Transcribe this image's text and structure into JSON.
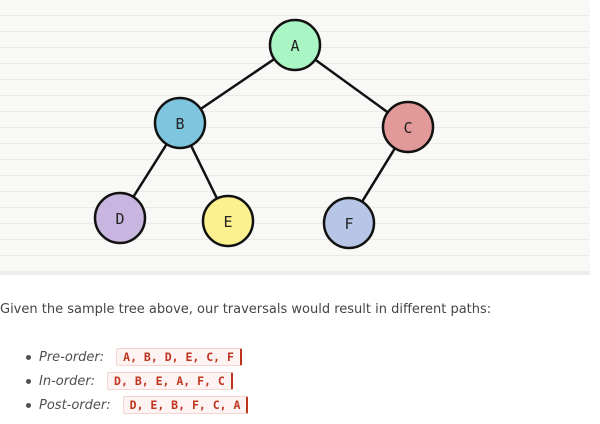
{
  "tree": {
    "nodes": [
      {
        "id": "A",
        "label": "A",
        "color": "#a9f5c3"
      },
      {
        "id": "B",
        "label": "B",
        "color": "#7ec6e0"
      },
      {
        "id": "C",
        "label": "C",
        "color": "#e29a99"
      },
      {
        "id": "D",
        "label": "D",
        "color": "#c8b6e0"
      },
      {
        "id": "E",
        "label": "E",
        "color": "#fdf08f"
      },
      {
        "id": "F",
        "label": "F",
        "color": "#b7c5e6"
      }
    ],
    "edges": [
      [
        "A",
        "B"
      ],
      [
        "A",
        "C"
      ],
      [
        "B",
        "D"
      ],
      [
        "B",
        "E"
      ],
      [
        "C",
        "F"
      ]
    ]
  },
  "intro": "Given the sample tree above, our traversals would result in different paths:",
  "traversals": [
    {
      "label": "Pre-order:",
      "value": "A, B, D, E, C, F"
    },
    {
      "label": "In-order:",
      "value": "D, B, E, A, F, C"
    },
    {
      "label": "Post-order:",
      "value": "D, E, B, F, C, A"
    }
  ]
}
